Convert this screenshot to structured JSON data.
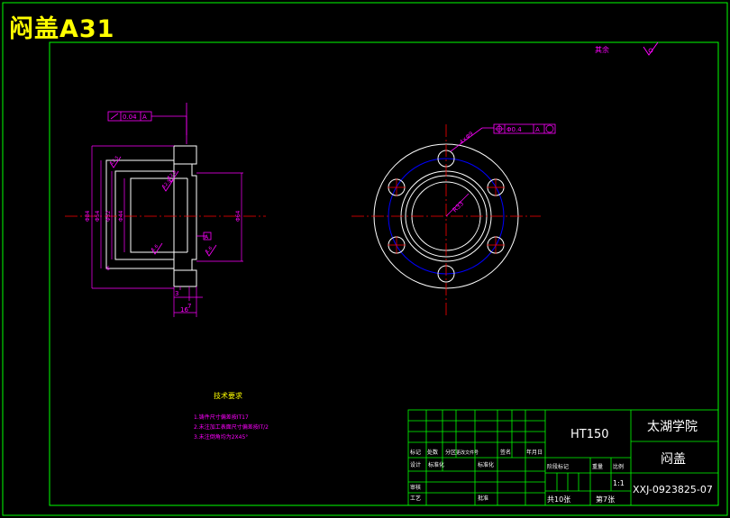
{
  "banner_title": "闷盖A31",
  "roughness_note": "其余",
  "front_view": {
    "tolerance_value": "0.04",
    "tolerance_datum": "A",
    "dim_bottom_left": "3",
    "dim_bottom_mid": "7",
    "dim_overall_width": "16",
    "dim_dia_large": "Φ84",
    "dim_dia_mid1": "Φ54",
    "dim_dia_mid2": "Φ52",
    "dim_dia_small": "Φ44",
    "dim_dia_right": "Φ64",
    "roughness_1": "12.5",
    "roughness_2": "12.5",
    "roughness_3": "12.5",
    "roughness_4": "1.6",
    "roughness_5": "1.6",
    "datum_label": "A"
  },
  "side_view": {
    "hole_callout": "4×Φ9",
    "position_tol": "Φ0.4",
    "position_datum": "A",
    "radius_label": "R33"
  },
  "tech_requirements": {
    "heading": "技术要求",
    "items": [
      "1.铸件尺寸偏差按IT17",
      "2.未注加工表面尺寸偏差按IT/2",
      "3.未注倒角均为2X45°"
    ]
  },
  "title_block": {
    "material": "HT150",
    "school": "太湖学院",
    "part_name": "闷盖",
    "drawing_no": "XXJ-0923825-07",
    "scale": "1:1",
    "total_sheets": "共10张",
    "sheet_no": "第7张",
    "labels": {
      "mark": "标记",
      "count": "处数",
      "zone": "分区",
      "change_doc": "更改文件号",
      "sign": "签名",
      "date": "年月日",
      "design": "设计",
      "standardize": "标准化",
      "review": "审核",
      "process": "工艺",
      "approve": "批准",
      "stage_mark": "阶段标记",
      "weight": "重量",
      "ratio": "比例",
      "std_check": "标准化"
    }
  },
  "colors": {
    "frame": "#00ff00",
    "outline": "#ffffff",
    "dimension": "#ff00ff",
    "center": "#ff0000",
    "hidden": "#0000ff",
    "banner": "#ffff00"
  }
}
